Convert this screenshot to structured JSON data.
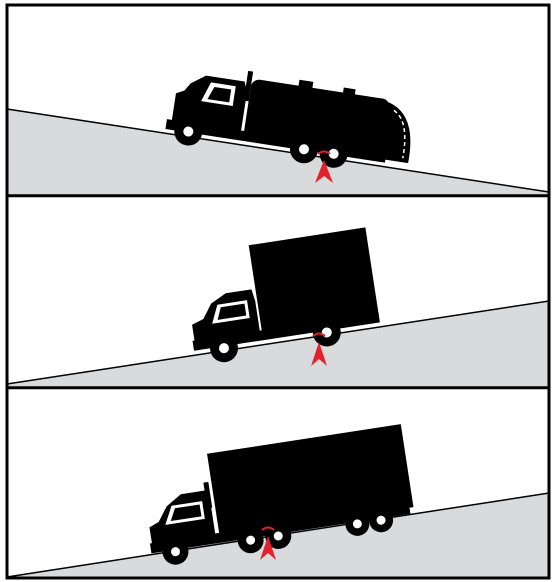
{
  "figure": {
    "panel_count": 3,
    "panels": [
      {
        "vehicle": "tank-truck",
        "slope": "downhill",
        "marker": "wheel-chock-arrow"
      },
      {
        "vehicle": "box-truck",
        "slope": "uphill",
        "marker": "wheel-chock-arrow"
      },
      {
        "vehicle": "tractor-trailer",
        "slope": "uphill",
        "marker": "wheel-chock-arrow"
      }
    ]
  },
  "colors": {
    "frame": "#000000",
    "ground": "#d9dadc",
    "background": "#ffffff",
    "silhouette": "#000000",
    "marker": "#e6202b"
  }
}
